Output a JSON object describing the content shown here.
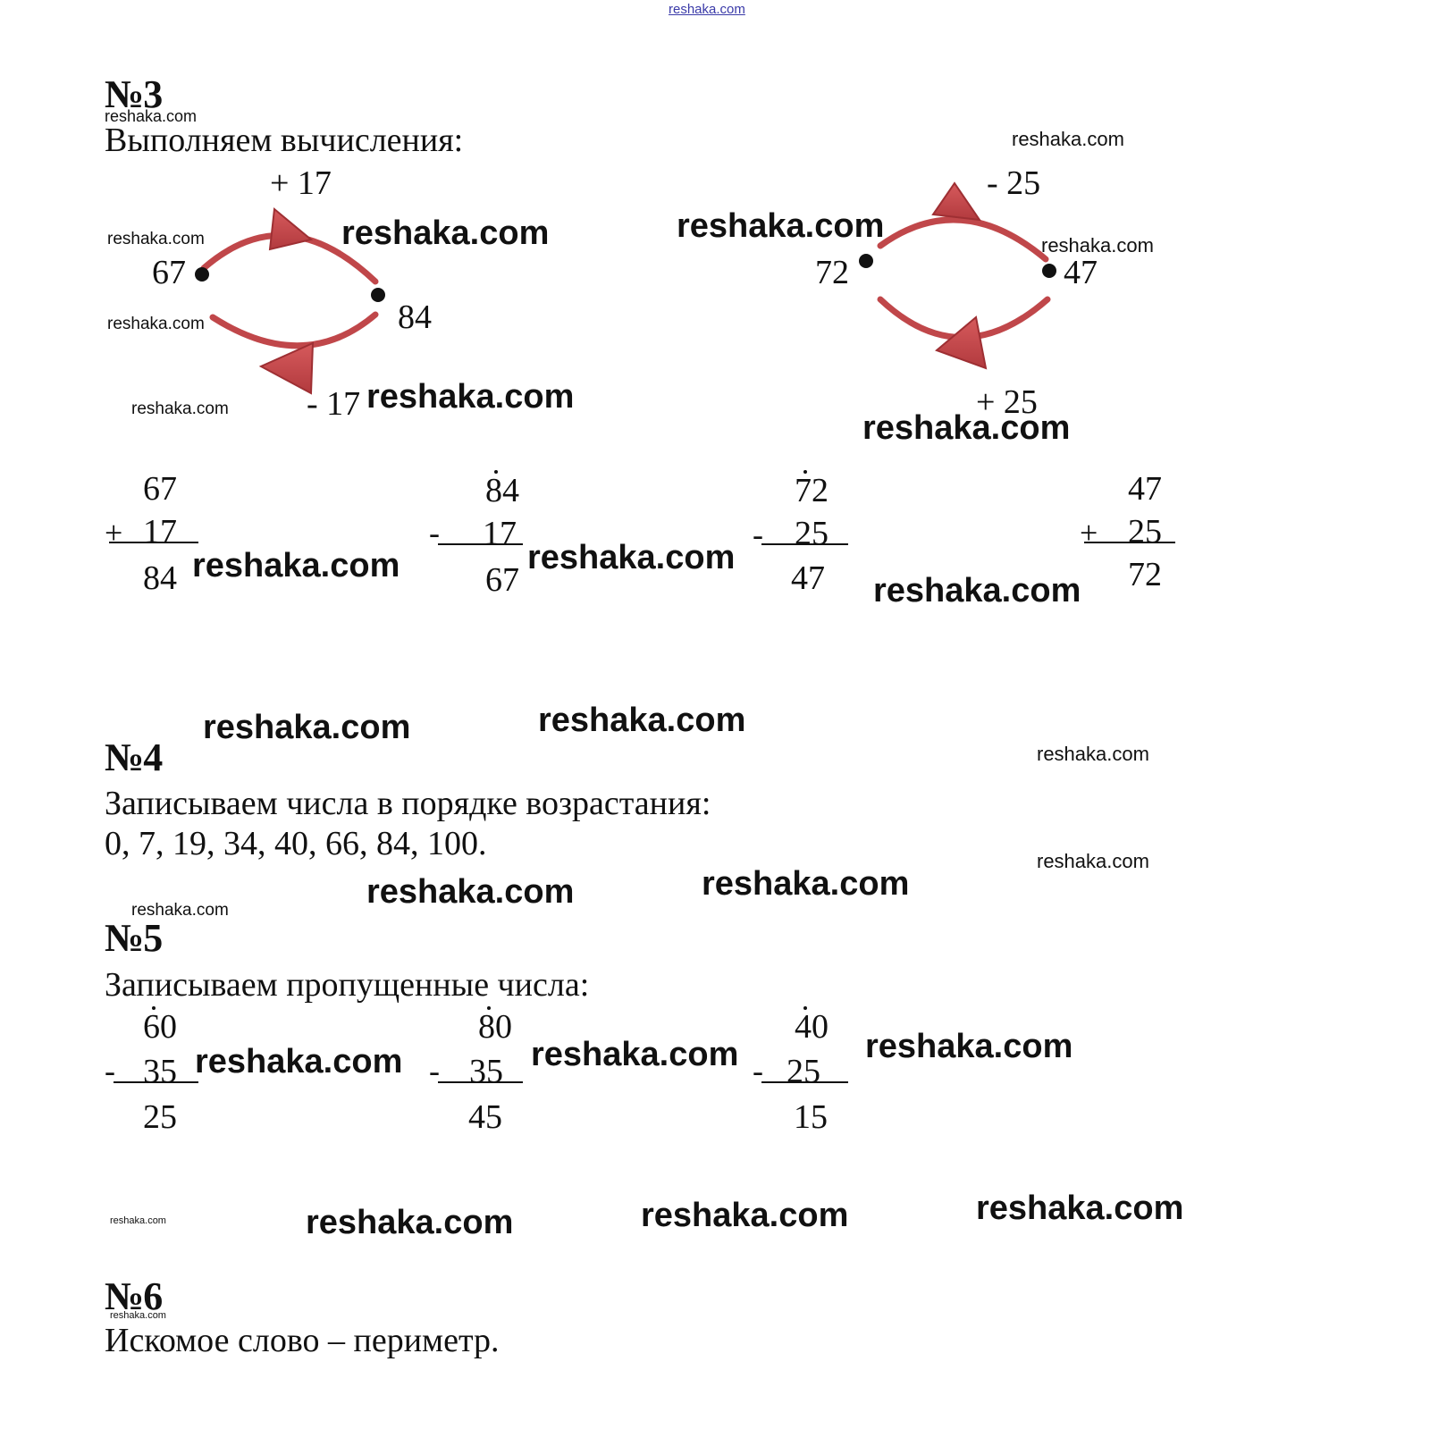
{
  "watermark_text": "reshaka.com",
  "task3": {
    "heading": "№3",
    "intro": "Выполняем вычисления:",
    "diagram1": {
      "left": "67",
      "right": "84",
      "top_op": "+ 17",
      "bottom_op": "- 17"
    },
    "diagram2": {
      "left": "72",
      "right": "47",
      "top_op": "- 25",
      "bottom_op": "+ 25"
    },
    "calcs": [
      {
        "sign": "+",
        "a": "67",
        "b": "17",
        "r": "84"
      },
      {
        "sign": "-",
        "a": "84",
        "b": "17",
        "r": "67"
      },
      {
        "sign": "-",
        "a": "72",
        "b": "25",
        "r": "47"
      },
      {
        "sign": "+",
        "a": "47",
        "b": "25",
        "r": "72"
      }
    ]
  },
  "task4": {
    "heading": "№4",
    "intro": "Записываем числа в порядке возрастания:",
    "answer": "0, 7, 19, 34, 40, 66, 84, 100."
  },
  "task5": {
    "heading": "№5",
    "intro": "Записываем пропущенные числа:",
    "calcs": [
      {
        "sign": "-",
        "a": "60",
        "b": "35",
        "r": "25"
      },
      {
        "sign": "-",
        "a": "80",
        "b": "35",
        "r": "45"
      },
      {
        "sign": "-",
        "a": "40",
        "b": "25",
        "r": "15"
      }
    ]
  },
  "task6": {
    "heading": "№6",
    "answer": "Искомое слово – периметр."
  },
  "colors": {
    "arrow": "#c0474a",
    "arrow_dark": "#9e2f33",
    "watermark_link": "#3a3aa8"
  }
}
